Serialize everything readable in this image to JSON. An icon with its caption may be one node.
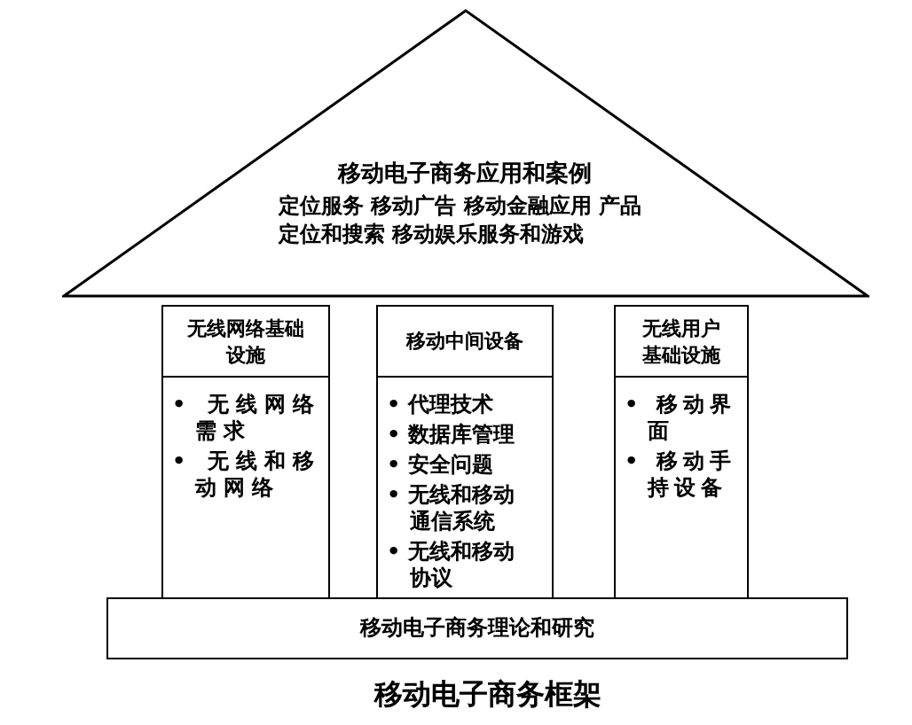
{
  "diagram": {
    "caption": "移动电子商务框架",
    "nodes": [
      {
        "text": [
          "移动电子商务应用和案例",
          "定位服务 移动广告 移动金融应用 产品定位和搜索 移动娱乐服务和游戏"
        ]
      },
      {
        "text": [
          "无线网络基础设施",
          "• 无线网络需求",
          "• 无线和移动网络"
        ]
      },
      {
        "text": [
          "移动中间设备",
          "• 代理技术",
          "• 数据库管理",
          "• 安全问题",
          "• 无线和移动通信系统",
          "• 无线和移动协议"
        ]
      },
      {
        "text": [
          "无线用户基础设施",
          "• 移动界面",
          "• 移动手持设备"
        ]
      },
      {
        "text": [
          "移动电子商务理论和研究"
        ]
      }
    ]
  }
}
